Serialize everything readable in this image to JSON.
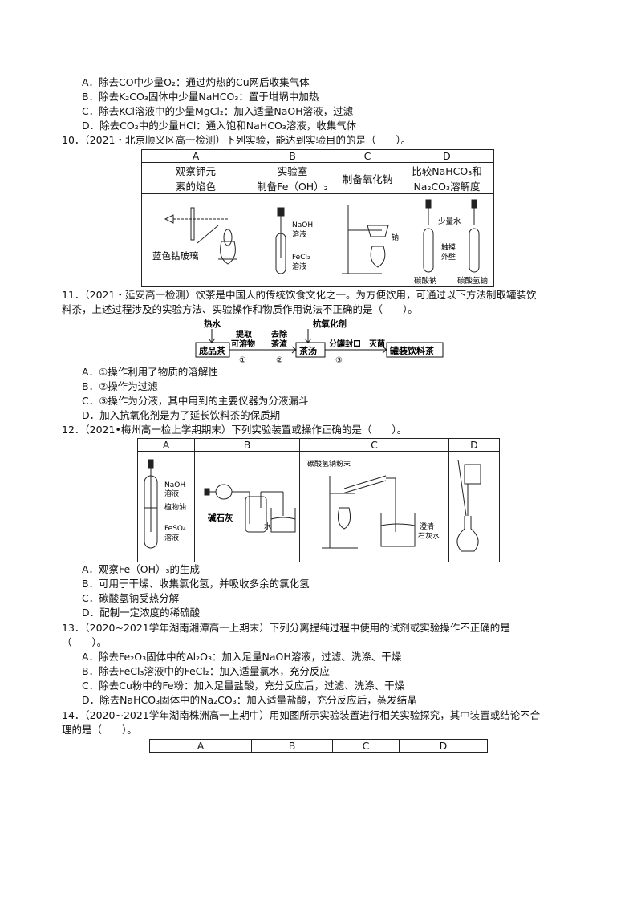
{
  "q9_options": [
    "A．除去CO中少量O₂：通过灼热的Cu网后收集气体",
    "B．除去K₂CO₃固体中少量NaHCO₃：置于坩埚中加热",
    "C．除去KCl溶液中的少量MgCl₂：加入适量NaOH溶液，过滤",
    "D．除去CO₂中的少量HCl：通入饱和NaHCO₃溶液，收集气体"
  ],
  "q10": {
    "stem": "10．（2021・北京顺义区高一检测）下列实验，能达到实验目的的是（　　）。",
    "headers": [
      "A",
      "B",
      "C",
      "D"
    ],
    "cells": [
      [
        "观察钾元",
        "素的焰色"
      ],
      [
        "实验室",
        "制备Fe（OH）₂"
      ],
      [
        "制备氧化钠"
      ],
      [
        "比较NaHCO₃和",
        "Na₂CO₃溶解度"
      ]
    ],
    "fig_labels": {
      "cobalt": "蓝色钴玻璃",
      "naoh": "NaOH",
      "solution1": "溶液",
      "fecl2": "FeCl₂",
      "solution2": "溶液",
      "sodium": "钠",
      "water": "少量水",
      "touch1": "触摸",
      "touch2": "外壁",
      "na2co3": "碳酸钠",
      "nahco3": "碳酸氢钠"
    }
  },
  "q11": {
    "stem1": "11．（2021・延安高一检测）饮茶是中国人的传统饮食文化之一。为方便饮用，可通过以下方法制取罐装饮",
    "stem2": "料茶，上述过程涉及的实验方法、实验操作和物质作用说法不正确的是（　　）。",
    "flow": {
      "hot_water": "热水",
      "antiox": "抗氧化剂",
      "box1": "成品茶",
      "box2": "茶汤",
      "box3": "罐装饮料茶",
      "step1a": "提取",
      "step1b": "可溶物",
      "step1n": "①",
      "step2a": "去除",
      "step2b": "茶渣",
      "step2n": "②",
      "step3a": "分罐封口",
      "step3n": "③",
      "step4": "灭菌"
    },
    "options": [
      "A．①操作利用了物质的溶解性",
      "B．②操作为过滤",
      "C．③操作为分液，其中用到的主要仪器为分液漏斗",
      "D．加入抗氧化剂是为了延长饮料茶的保质期"
    ]
  },
  "q12": {
    "stem": "12．（2021•梅州高一检上学期期末）下列实验装置或操作正确的是（　　）。",
    "headers": [
      "A",
      "B",
      "C",
      "D"
    ],
    "fig_labels": {
      "naoh": "NaOH",
      "sol": "溶液",
      "oil": "植物油",
      "feso4": "FeSO₄",
      "sol2": "溶液",
      "soda_lime": "碱石灰",
      "water": "水",
      "nahco3_powder": "碳酸氢钠粉末",
      "limewater1": "澄清",
      "limewater2": "石灰水"
    },
    "options": [
      "A．观察Fe（OH）₃的生成",
      "B．可用于干燥、收集氯化氢，并吸收多余的氯化氢",
      "C．碳酸氢钠受热分解",
      "D．配制一定浓度的稀硫酸"
    ]
  },
  "q13": {
    "stem1": "13．（2020~2021学年湖南湘潭高一上期末）下列分离提纯过程中使用的试剂或实验操作不正确的是",
    "stem2": "（　　）。",
    "options": [
      "A．除去Fe₂O₃固体中的Al₂O₃：加入足量NaOH溶液，过滤、洗涤、干燥",
      "B．除去FeCl₃溶液中的FeCl₂：加入适量氯水，充分反应",
      "C．除去Cu粉中的Fe粉：加入足量盐酸，充分反应后，过滤、洗涤、干燥",
      "D．除去NaHCO₃固体中的Na₂CO₃：加入适量盐酸，充分反应后，蒸发结晶"
    ]
  },
  "q14": {
    "stem1": "14．（2020~2021学年湖南株洲高一上期中）用如图所示实验装置进行相关实验探究，其中装置或结论不合",
    "stem2": "理的是（　　）。",
    "headers": [
      "A",
      "B",
      "C",
      "D"
    ]
  }
}
